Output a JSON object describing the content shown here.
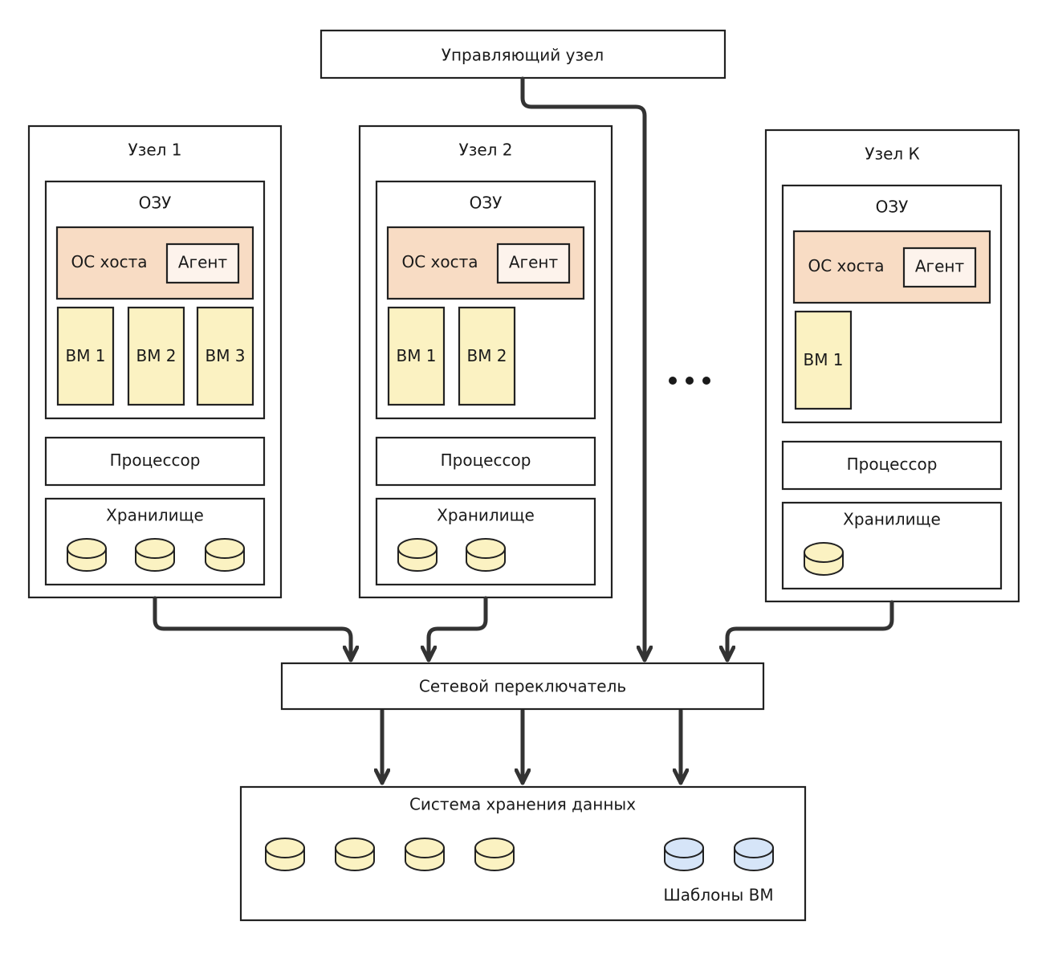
{
  "colors": {
    "os_fill": "#f8dcc4",
    "agent_fill": "#fdf3ec",
    "vm_fill": "#fbf2c2",
    "disk_fill": "#fbf2c2",
    "template_disk_fill": "#d6e5f8",
    "line": "#333333"
  },
  "control_node": {
    "label": "Управляющий узел"
  },
  "nodes": [
    {
      "id": "node-1",
      "title": "Узел 1",
      "ram_label": "ОЗУ",
      "host_os_label": "ОС хоста",
      "agent_label": "Агент",
      "vms": [
        "ВМ 1",
        "ВМ 2",
        "ВМ 3"
      ],
      "cpu_label": "Процессор",
      "storage_label": "Хранилище",
      "disk_count": 3
    },
    {
      "id": "node-2",
      "title": "Узел 2",
      "ram_label": "ОЗУ",
      "host_os_label": "ОС хоста",
      "agent_label": "Агент",
      "vms": [
        "ВМ 1",
        "ВМ 2"
      ],
      "cpu_label": "Процессор",
      "storage_label": "Хранилище",
      "disk_count": 2
    },
    {
      "id": "node-k",
      "title": "Узел К",
      "ram_label": "ОЗУ",
      "host_os_label": "ОС хоста",
      "agent_label": "Агент",
      "vms": [
        "ВМ 1"
      ],
      "cpu_label": "Процессор",
      "storage_label": "Хранилище",
      "disk_count": 1
    }
  ],
  "network_switch": {
    "label": "Сетевой переключатель"
  },
  "storage_system": {
    "label": "Система хранения данных",
    "data_disk_count": 4,
    "template_disk_count": 2,
    "template_label": "Шаблоны ВМ"
  },
  "connections": [
    {
      "from": "node-1",
      "to": "network-switch"
    },
    {
      "from": "node-2",
      "to": "network-switch"
    },
    {
      "from": "control-node",
      "to": "network-switch"
    },
    {
      "from": "node-k",
      "to": "network-switch"
    },
    {
      "from": "network-switch",
      "to": "storage-system"
    },
    {
      "from": "network-switch",
      "to": "storage-system"
    },
    {
      "from": "network-switch",
      "to": "storage-system"
    }
  ]
}
